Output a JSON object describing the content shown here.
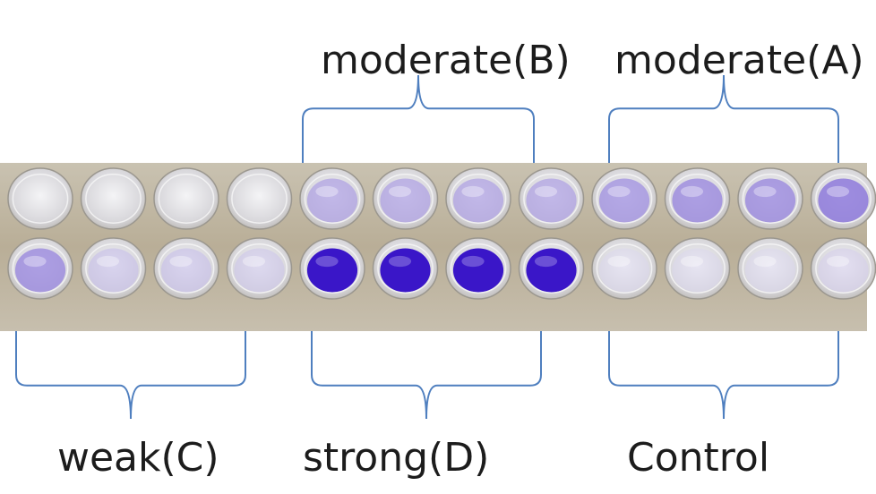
{
  "labels": {
    "moderate_b": "moderate(B)",
    "moderate_a": "moderate(A)",
    "weak_c": "weak(C)",
    "strong_d": "strong(D)",
    "control": "Control"
  },
  "colors": {
    "bracket": "#4f7fbf",
    "strip_bg": "#bdb39c",
    "well_rim": "#e8e8ec",
    "stain_strong": "#3a16c8",
    "stain_moderate": "#8e86d8",
    "stain_weak": "#b9b6d8",
    "empty_well": "#dcdcd8"
  },
  "wells": {
    "top_row": [
      {
        "group": "weak",
        "intensity": 0.05
      },
      {
        "group": "weak",
        "intensity": 0.05
      },
      {
        "group": "weak",
        "intensity": 0.05
      },
      {
        "group": "weak",
        "intensity": 0.05
      },
      {
        "group": "moderate_b",
        "intensity": 0.45
      },
      {
        "group": "moderate_b",
        "intensity": 0.45
      },
      {
        "group": "moderate_b",
        "intensity": 0.45
      },
      {
        "group": "moderate_b",
        "intensity": 0.45
      },
      {
        "group": "moderate_a",
        "intensity": 0.55
      },
      {
        "group": "moderate_a",
        "intensity": 0.6
      },
      {
        "group": "moderate_a",
        "intensity": 0.6
      },
      {
        "group": "moderate_a",
        "intensity": 0.7
      }
    ],
    "bottom_row": [
      {
        "group": "weak_c",
        "intensity": 0.6
      },
      {
        "group": "weak_c",
        "intensity": 0.25
      },
      {
        "group": "weak_c",
        "intensity": 0.25
      },
      {
        "group": "weak_c",
        "intensity": 0.2
      },
      {
        "group": "strong_d",
        "intensity": 1.0
      },
      {
        "group": "strong_d",
        "intensity": 1.0
      },
      {
        "group": "strong_d",
        "intensity": 1.0
      },
      {
        "group": "strong_d",
        "intensity": 1.0
      },
      {
        "group": "control",
        "intensity": 0.1
      },
      {
        "group": "control",
        "intensity": 0.1
      },
      {
        "group": "control",
        "intensity": 0.1
      },
      {
        "group": "control",
        "intensity": 0.15
      }
    ]
  }
}
